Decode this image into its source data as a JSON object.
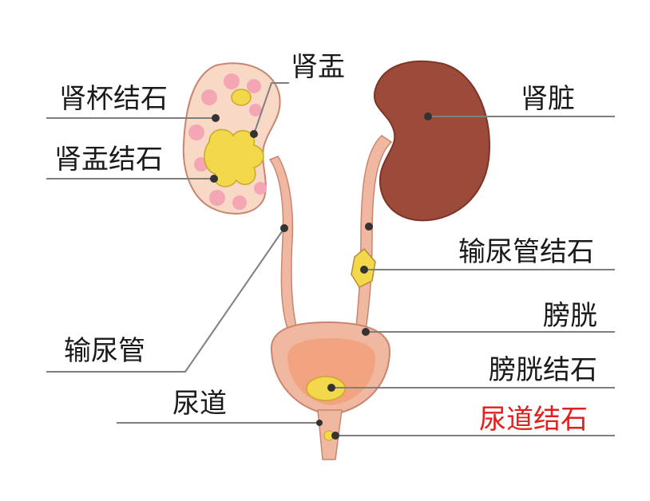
{
  "labels": {
    "renal_calyx_stone": "肾杯结石",
    "renal_pelvis": "肾盂",
    "renal_pelvis_stone": "肾盂结石",
    "kidney": "肾脏",
    "ureter_stone": "输尿管结石",
    "bladder": "膀胱",
    "ureter": "输尿管",
    "bladder_stone": "膀胱结石",
    "urethra": "尿道",
    "urethra_stone": "尿道结石"
  },
  "colors": {
    "kidney": "#9c4a3a",
    "kidney_dark": "#7e3427",
    "tissue": "#f0b8a0",
    "tissue_light": "#f8d9c6",
    "tissue_dark": "#c98570",
    "stone": "#f2d84a",
    "calyx_pink": "#f4a6b5",
    "leader_line": "#7f7f7f",
    "highlight_label": "#e0201e"
  }
}
